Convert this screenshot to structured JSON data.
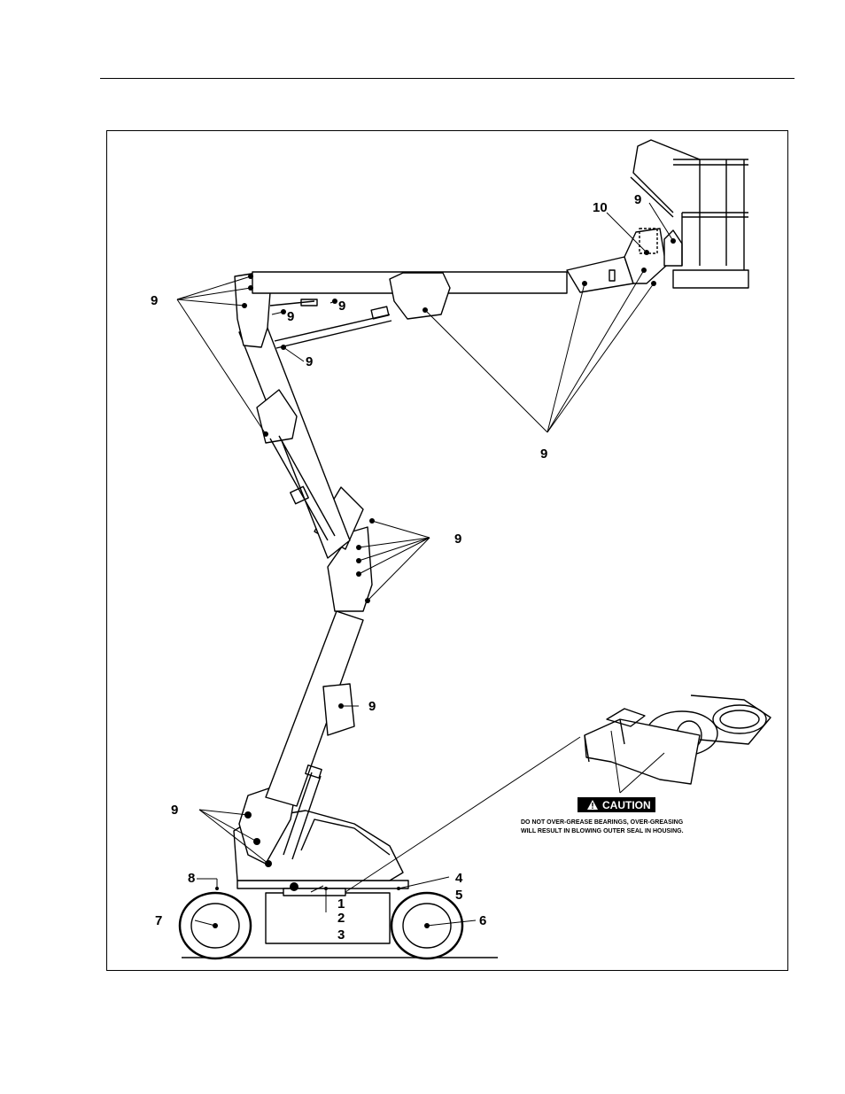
{
  "callouts": {
    "c1": "1",
    "c2": "2",
    "c3": "3",
    "c4": "4",
    "c5": "5",
    "c6": "6",
    "c7": "7",
    "c8": "8",
    "c9": "9",
    "c10": "10"
  },
  "caution": {
    "label": "CAUTION",
    "line1": "DO NOT OVER-GREASE BEARINGS, OVER-GREASING",
    "line2": "WILL RESULT IN BLOWING OUTER SEAL IN HOUSING."
  },
  "colors": {
    "ink": "#000000",
    "paper": "#ffffff",
    "fill": "#f2f2f2"
  }
}
